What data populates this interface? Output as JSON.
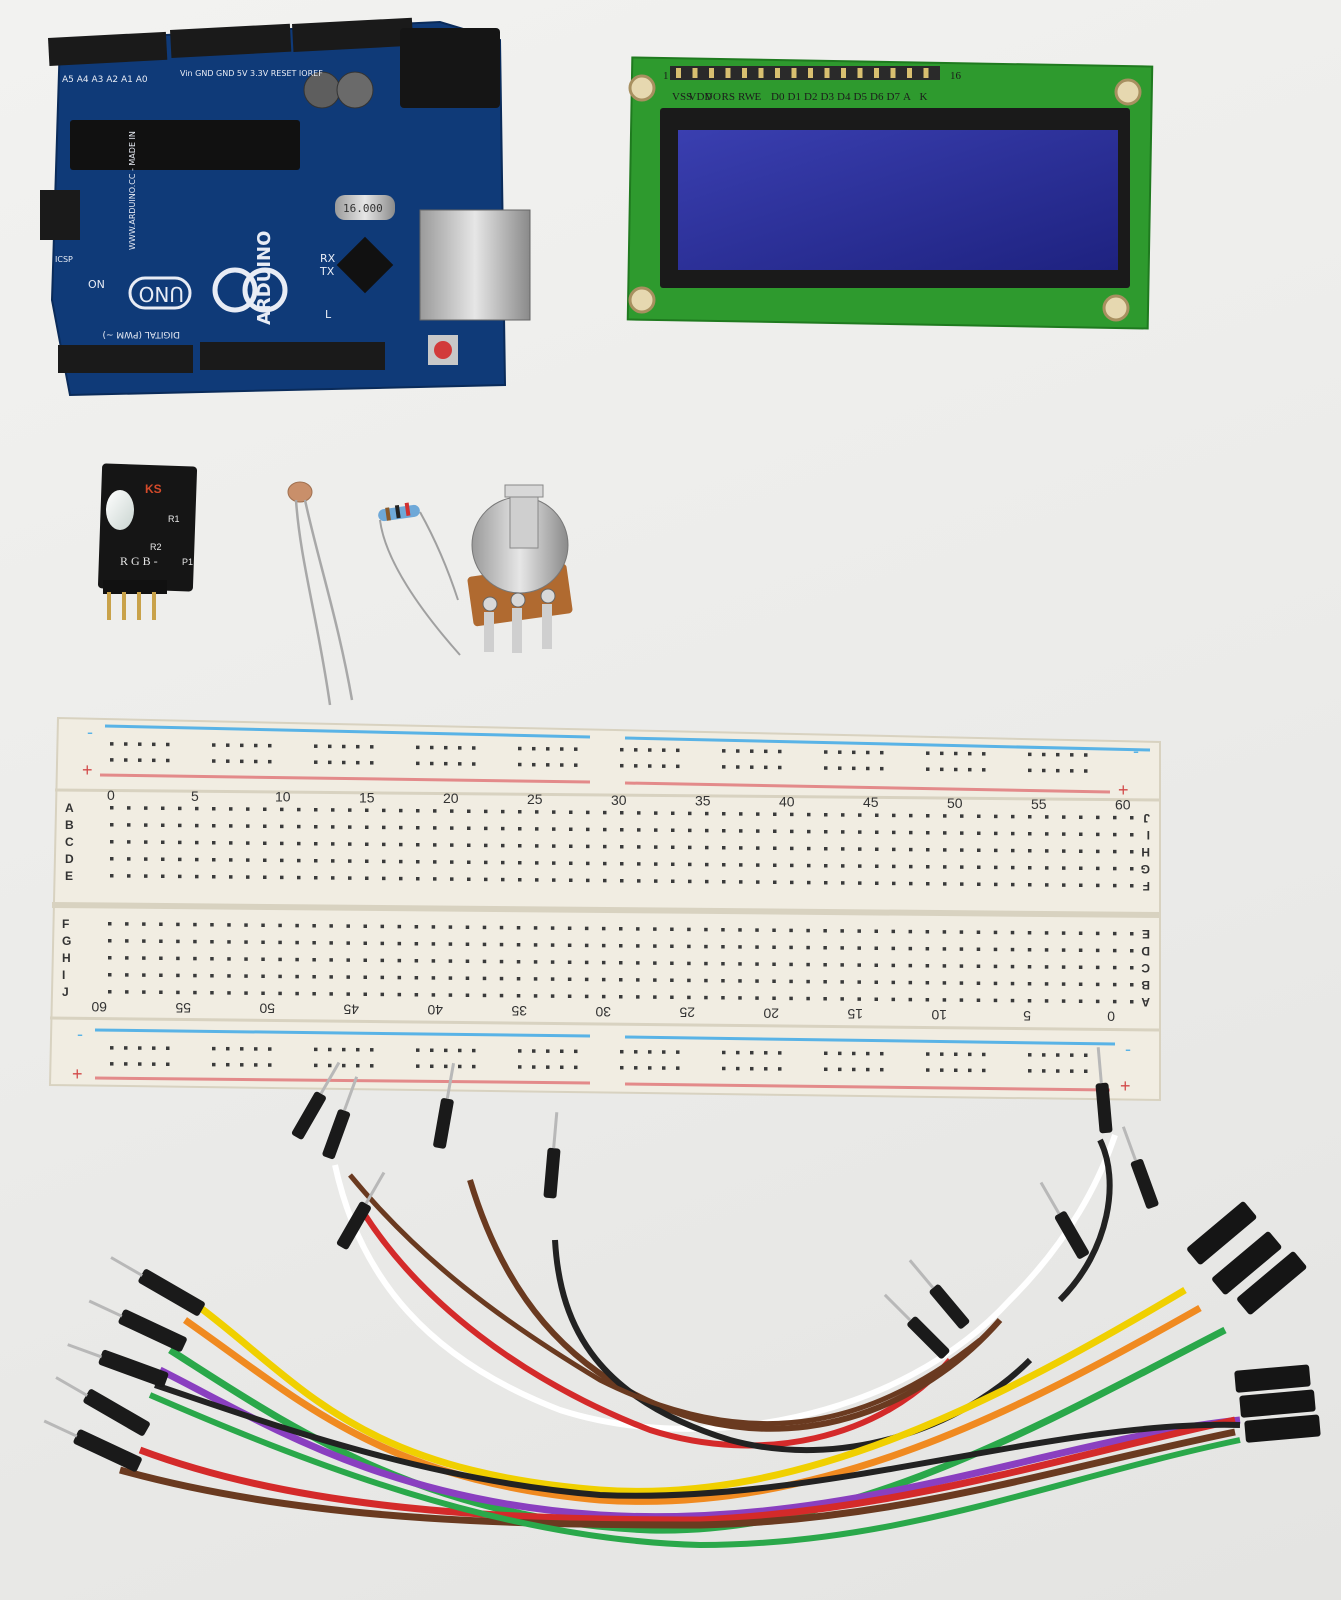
{
  "arduino": {
    "brand": "ARDUINO",
    "model": "UNO",
    "url": "WWW.ARDUINO.CC - MADE IN",
    "crystal": "16.000",
    "on_label": "ON",
    "tx_label": "TX",
    "rx_label": "RX",
    "l_label": "L",
    "icsp_label": "ICSP",
    "digital_label": "DIGITAL (PWM ~)",
    "analog_labels": [
      "A5",
      "A4",
      "A3",
      "A2",
      "A1",
      "A0"
    ],
    "power_labels": [
      "Vin",
      "GND",
      "GND",
      "5V",
      "3.3V",
      "RESET",
      "IOREF"
    ]
  },
  "lcd": {
    "pin_labels": [
      "VSS",
      "VDD",
      "VO",
      "RS",
      "RW",
      "E",
      "D0",
      "D1",
      "D2",
      "D3",
      "D4",
      "D5",
      "D6",
      "D7",
      "A",
      "K"
    ],
    "pin_count_label": "16",
    "pin_one_label": "1"
  },
  "rgb_module": {
    "brand": "KS",
    "r1_label": "R1",
    "r2_label": "R2",
    "pins_label": "R G B -",
    "p1_label": "P1"
  },
  "breadboard": {
    "top_numbers": [
      "0",
      "5",
      "10",
      "15",
      "20",
      "25",
      "30",
      "35",
      "40",
      "45",
      "50",
      "55",
      "60"
    ],
    "bottom_numbers": [
      "60",
      "55",
      "50",
      "45",
      "40",
      "35",
      "30",
      "25",
      "20",
      "15",
      "10",
      "5",
      "0"
    ],
    "rows_top": [
      "A",
      "B",
      "C",
      "D",
      "E"
    ],
    "rows_bottom": [
      "F",
      "G",
      "H",
      "I",
      "J"
    ],
    "rows_top_right": [
      "J",
      "I",
      "H",
      "G",
      "F"
    ],
    "rows_bottom_right": [
      "E",
      "D",
      "C",
      "B",
      "A"
    ],
    "minus": "-",
    "plus": "+"
  },
  "colors": {
    "arduino_board": "#0f3a78",
    "lcd_pcb": "#2e9a2e",
    "lcd_screen": "#2a2f9a",
    "breadboard": "#f1ede2",
    "rail_blue": "#59b3e6",
    "rail_red": "#e38a8a",
    "wire_colors": [
      "#f0d000",
      "#f08a20",
      "#2aa84a",
      "#8a3fc0",
      "#d42a2a",
      "#6a3a20",
      "#ffffff",
      "#222222"
    ]
  }
}
